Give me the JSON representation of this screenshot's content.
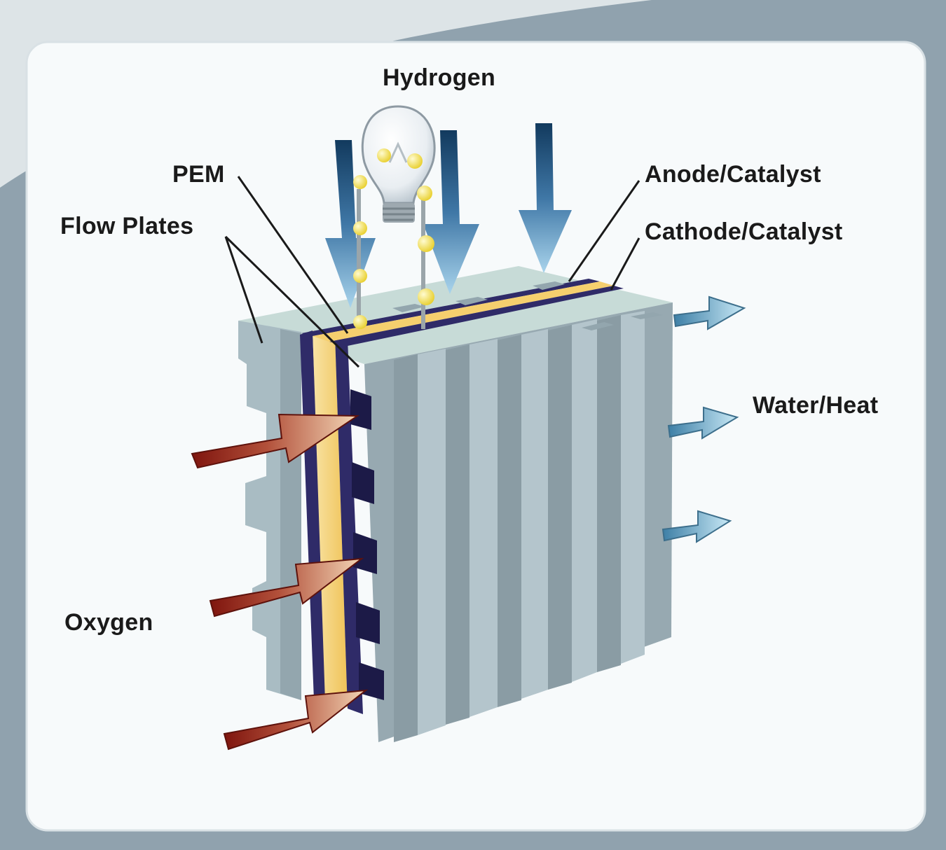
{
  "diagram": {
    "labels": {
      "hydrogen": "Hydrogen",
      "pem": "PEM",
      "flow_plates": "Flow Plates",
      "anode_catalyst": "Anode/Catalyst",
      "cathode_catalyst": "Cathode/Catalyst",
      "water_heat": "Water/Heat",
      "oxygen": "Oxygen"
    },
    "colors": {
      "frame_background": "#90a2ae",
      "panel_background": "#f7fafb",
      "plate_face": "#a4b6bd",
      "plate_dark": "#7e9098",
      "plate_top": "#c9dcd8",
      "membrane": "#f5cf6e",
      "catalyst_band": "#302c66",
      "hydrogen_arrow": "#4a7ea8",
      "oxygen_arrow": "#8c1e14",
      "water_arrow": "#8fcbe6",
      "bulb_glow": "#f3e65c"
    },
    "icons": [
      "light-bulb-icon",
      "hydrogen-arrow-icon",
      "oxygen-arrow-icon",
      "water-heat-arrow-icon"
    ]
  }
}
